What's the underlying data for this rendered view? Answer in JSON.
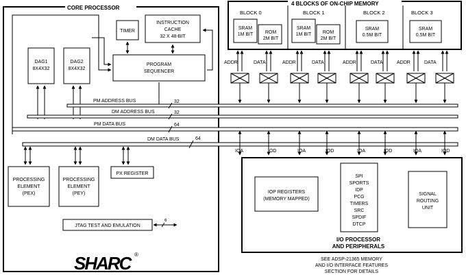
{
  "core": {
    "title": "CORE PROCESSOR",
    "timer": "TIMER",
    "cache_line1": "INSTRUCTION",
    "cache_line2": "CACHE",
    "cache_line3": "32 X 48-BIT",
    "dag1_line1": "DAG1",
    "dag1_line2": "8X4X32",
    "dag2_line1": "DAG2",
    "dag2_line2": "8X4X32",
    "seq_line1": "PROGRAM",
    "seq_line2": "SEQUENCER",
    "pex_line1": "PROCESSING",
    "pex_line2": "ELEMENT",
    "pex_line3": "(PEX)",
    "pey_line1": "PROCESSING",
    "pey_line2": "ELEMENT",
    "pey_line3": "(PEY)",
    "px": "PX REGISTER"
  },
  "buses": {
    "pm_addr": "PM ADDRESS BUS",
    "pm_addr_width": "32",
    "dm_addr": "DM ADDRESS BUS",
    "dm_addr_width": "32",
    "pm_data": "PM DATA BUS",
    "pm_data_width": "64",
    "dm_data": "DM DATA BUS",
    "dm_data_width": "64"
  },
  "memory": {
    "title": "4 BLOCKS OF ON-CHIP MEMORY",
    "block0": "BLOCK 0",
    "block1": "BLOCK 1",
    "block2": "BLOCK 2",
    "block3": "BLOCK 3",
    "sram_1m": "SRAM",
    "sram_1m_size": "1M BIT",
    "rom": "ROM",
    "rom_size": "2M BIT",
    "sram_05": "SRAM",
    "sram_05_size": "0.5M BIT",
    "addr": "ADDR",
    "data": "DATA",
    "ioa": "IOA",
    "iod": "IOD"
  },
  "io": {
    "iop_line1": "IOP REGISTERS",
    "iop_line2": "(MEMORY MAPPED)",
    "periph": [
      "SPI",
      "SPORTS",
      "IDP",
      "PCG",
      "TIMERS",
      "SRC",
      "SPDIF",
      "DTCP"
    ],
    "sru_line1": "SIGNAL",
    "sru_line2": "ROUTING",
    "sru_line3": "UNIT",
    "title_line1": "I/O PROCESSOR",
    "title_line2": "AND PERIPHERALS"
  },
  "jtag": {
    "label": "JTAG TEST AND EMULATION",
    "width": "6"
  },
  "note": {
    "line1": "SEE ADSP-21365 MEMORY",
    "line2": "AND I/O INTERFACE FEATURES",
    "line3": "SECTION FOR DETAILS"
  },
  "logo": {
    "text": "SHARC",
    "mark": "®"
  }
}
